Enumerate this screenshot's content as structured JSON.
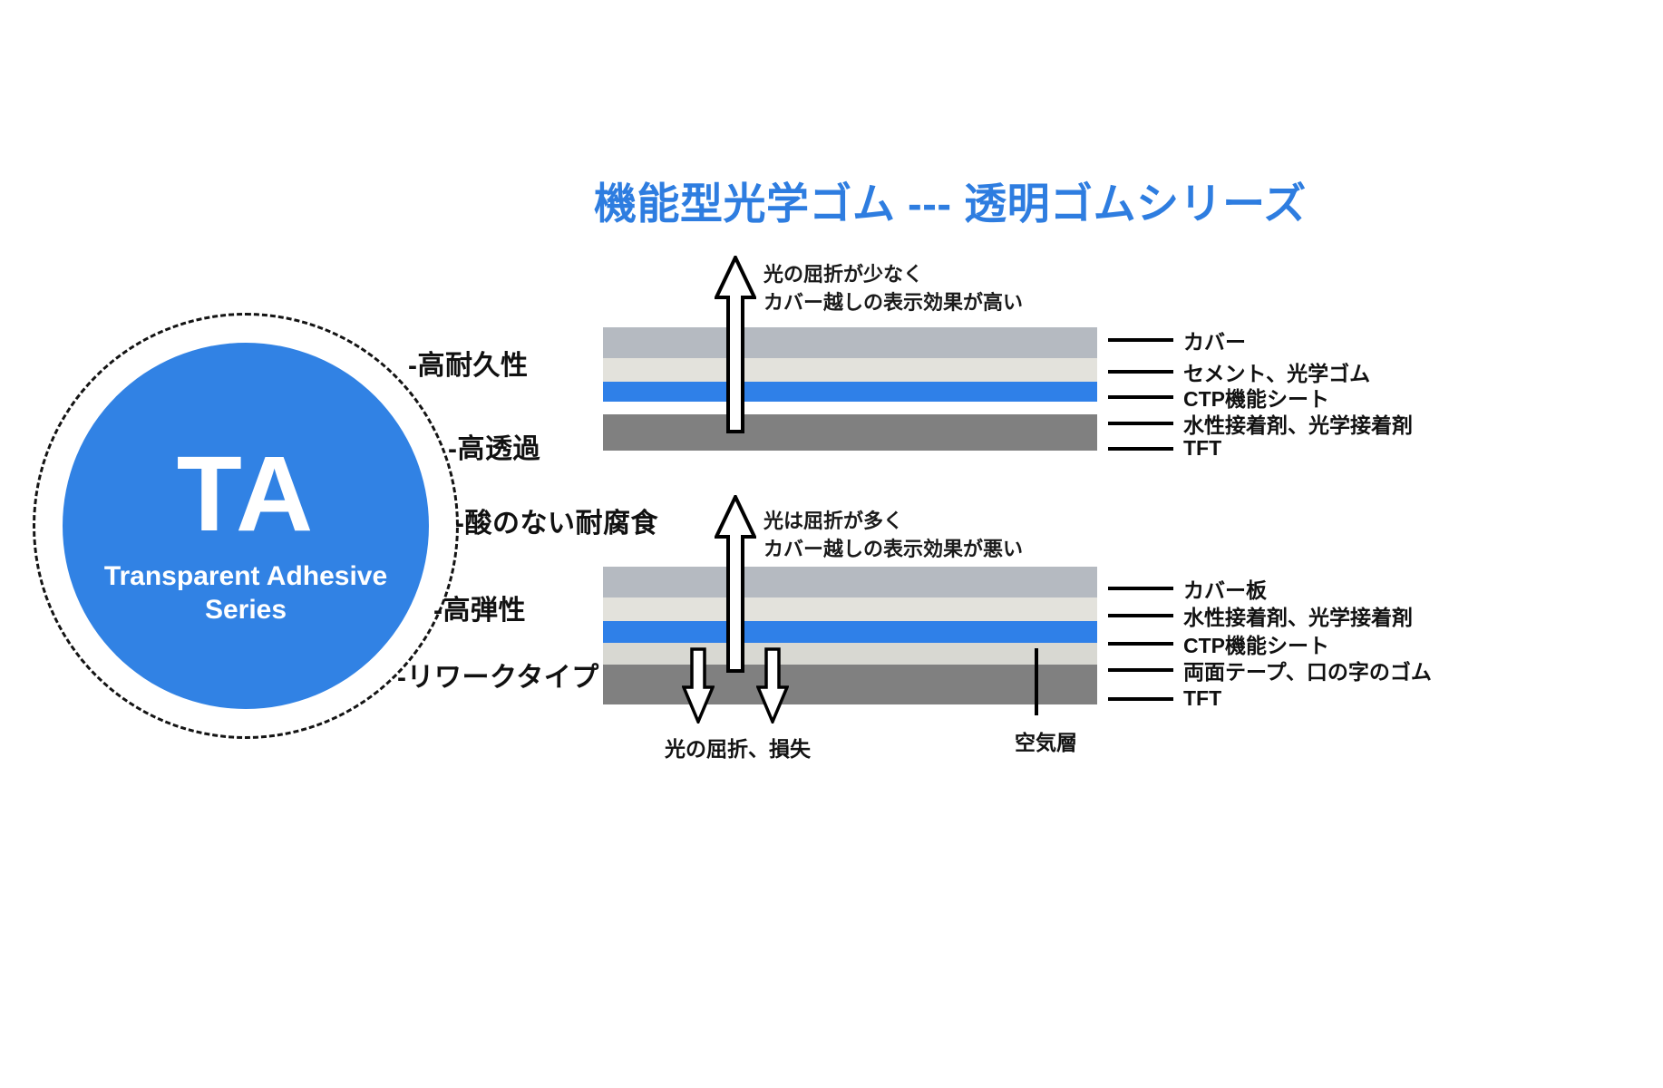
{
  "slide": {
    "title": "機能型光学ゴム --- 透明ゴムシリーズ",
    "accent_color": "#3182e4",
    "background_color": "#ffffff"
  },
  "badge": {
    "mark": "TA",
    "subtitle": "Transparent Adhesive Series",
    "circle_color": "#3182e4",
    "text_color": "#ffffff",
    "outline_style": "dashed"
  },
  "features": [
    {
      "label": "-高耐久性"
    },
    {
      "label": "-高透過"
    },
    {
      "label": "-酸のない耐腐食"
    },
    {
      "label": "-高弾性"
    },
    {
      "label": "-リワークタイプ"
    }
  ],
  "diagrams": [
    {
      "id": "optical-rubber-stack",
      "annotation": [
        "光の屈折が少なく",
        "カバー越しの表示効果が高い"
      ],
      "arrow": "up-arrow",
      "layers": [
        {
          "name": "カバー",
          "color": "#b5bac1",
          "thickness": 34
        },
        {
          "name": "セメント、光学ゴム",
          "color": "#e3e2dc",
          "thickness": 26
        },
        {
          "name": "CTP機能シート",
          "color": "#2f80e8",
          "thickness": 22
        },
        {
          "name": "水性接着剤、光学接着剤",
          "color": "#ffffff",
          "thickness": 14
        },
        {
          "name": "TFT",
          "color": "#808080",
          "thickness": 40
        }
      ],
      "callouts": [
        "カバー",
        "セメント、光学ゴム",
        "CTP機能シート",
        "水性接着剤、光学接着剤",
        "TFT"
      ]
    },
    {
      "id": "air-gap-stack",
      "annotation": [
        "光は屈折が多く",
        "カバー越しの表示効果が悪い"
      ],
      "arrow": "up-arrow",
      "loss_arrows": 2,
      "loss_label": "光の屈折、損失",
      "air_gap_label": "空気層",
      "layers": [
        {
          "name": "カバー板",
          "color": "#b5bac1",
          "thickness": 34
        },
        {
          "name": "水性接着剤、光学接着剤",
          "color": "#e3e2dc",
          "thickness": 26
        },
        {
          "name": "CTP機能シート",
          "color": "#2f80e8",
          "thickness": 24
        },
        {
          "name": "両面テープ、口の字のゴム",
          "color": "#d8d8d2",
          "thickness": 24
        },
        {
          "name": "TFT",
          "color": "#808080",
          "thickness": 44
        }
      ],
      "callouts": [
        "カバー板",
        "水性接着剤、光学接着剤",
        "CTP機能シート",
        "両面テープ、口の字のゴム",
        "TFT"
      ]
    }
  ]
}
